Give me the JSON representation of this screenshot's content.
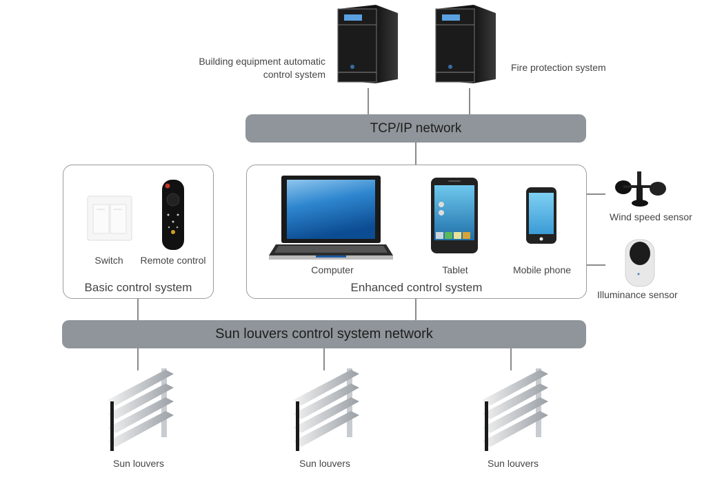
{
  "servers": [
    {
      "label_line1": "Building equipment automatic",
      "label_line2": "control system"
    },
    {
      "label": "Fire protection system"
    }
  ],
  "tcp_ip_network": {
    "label": "TCP/IP network"
  },
  "basic_control": {
    "title": "Basic control system",
    "devices": [
      {
        "label": "Switch"
      },
      {
        "label": "Remote control"
      }
    ]
  },
  "enhanced_control": {
    "title": "Enhanced control system",
    "devices": [
      {
        "label": "Computer"
      },
      {
        "label": "Tablet"
      },
      {
        "label": "Mobile phone"
      }
    ]
  },
  "sensors": [
    {
      "label": "Wind speed sensor"
    },
    {
      "label": "Illuminance sensor"
    }
  ],
  "louver_network": {
    "label": "Sun louvers control system network"
  },
  "louvers": [
    {
      "label": "Sun louvers"
    },
    {
      "label": "Sun louvers"
    },
    {
      "label": "Sun louvers"
    }
  ],
  "colors": {
    "bus": "#8f959a",
    "border": "#9a9a9a",
    "screen": "#3a8fd0"
  }
}
